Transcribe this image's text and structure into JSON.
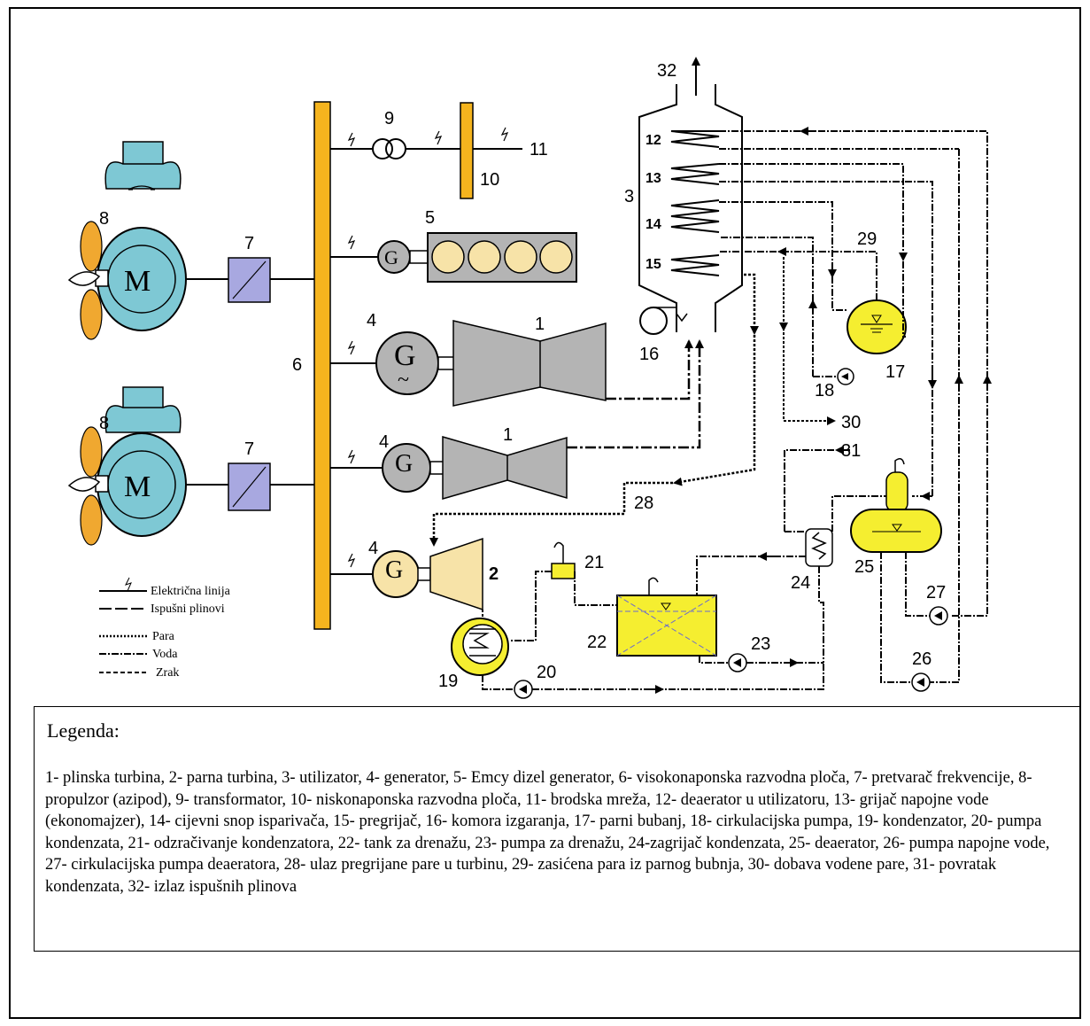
{
  "components": {
    "n1": "1",
    "n2": "2",
    "n3": "3",
    "n4": "4",
    "n5": "5",
    "n6": "6",
    "n7": "7",
    "n8": "8",
    "n9": "9",
    "n10": "10",
    "n11": "11",
    "n12": "12",
    "n13": "13",
    "n14": "14",
    "n15": "15",
    "n16": "16",
    "n17": "17",
    "n18": "18",
    "n19": "19",
    "n20": "20",
    "n21": "21",
    "n22": "22",
    "n23": "23",
    "n24": "24",
    "n25": "25",
    "n26": "26",
    "n27": "27",
    "n28": "28",
    "n29": "29",
    "n30": "30",
    "n31": "31",
    "n32": "32"
  },
  "symbols": {
    "generator": "G",
    "motor": "M",
    "wave": "~"
  },
  "line_legend": {
    "electric": "Električna linija",
    "exhaust": "Ispušni plinovi",
    "steam": "Para",
    "water": "Voda",
    "air": "Zrak"
  },
  "legend": {
    "title": "Legenda:",
    "text": "1- plinska turbina, 2- parna turbina, 3- utilizator, 4- generator, 5- Emcy dizel generator, 6- visokonaponska razvodna ploča, 7- pretvarač frekvencije, 8- propulzor (azipod), 9- transformator, 10- niskonaponska razvodna ploča, 11- brodska mreža, 12- deaerator u utilizatoru, 13- grijač napojne vode (ekonomajzer), 14- cijevni snop isparivača, 15- pregrijač, 16- komora izgaranja, 17- parni bubanj, 18- cirkulacijska pumpa, 19- kondenzator, 20- pumpa kondenzata, 21- odzračivanje kondenzatora, 22- tank za drenažu, 23- pumpa za drenažu, 24-zagrijač kondenzata, 25- deaerator, 26- pumpa napojne vode, 27- cirkulacijska pumpa deaeratora, 28- ulaz pregrijane pare u turbinu, 29- zasićena para iz parnog bubnja, 30- dobava vodene pare, 31- povratak kondenzata, 32- izlaz ispušnih plinova"
  },
  "colors": {
    "busbar": "#f5b41e",
    "motor_housing": "#7ec8d4",
    "converter": "#a8a8e0",
    "machine_grey": "#b4b4b4",
    "diesel_cream": "#f7e3a8",
    "vessel_yellow": "#f5ee30",
    "propeller": "#f0a830"
  }
}
